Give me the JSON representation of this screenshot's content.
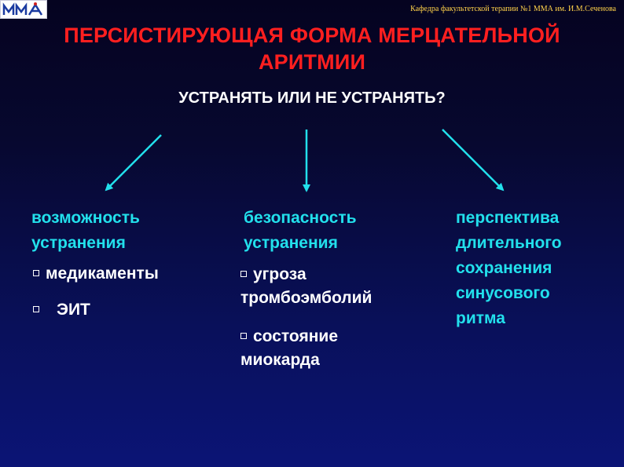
{
  "header": {
    "logo_icon": "mma-logo-icon",
    "department": "Кафедра факультетской терапии №1 ММА им. И.М.Сеченова"
  },
  "title": {
    "line1": "ПЕРСИСТИРУЮЩАЯ ФОРМА МЕРЦАТЕЛЬНОЙ",
    "line2": "АРИТМИИ"
  },
  "question": "УСТРАНЯТЬ ИЛИ НЕ УСТРАНЯТЬ?",
  "columns": [
    {
      "heading_line1": "возможность",
      "heading_line2": "устранения",
      "items": [
        {
          "line1": "медикаменты"
        },
        {
          "line1": "ЭИТ"
        }
      ]
    },
    {
      "heading_line1": "безопасность",
      "heading_line2": "устранения",
      "items": [
        {
          "line1": "угроза",
          "line2": "тромбоэмболий"
        },
        {
          "line1": "состояние",
          "line2": "миокарда"
        }
      ]
    },
    {
      "heading_line1": "перспектива",
      "heading_line2": "длительного",
      "heading_line3": "сохранения",
      "heading_line4": "синусового",
      "heading_line5": "ритма"
    }
  ],
  "colors": {
    "title": "#ff1f1f",
    "heading": "#22e0ec",
    "arrow": "#22e0ec",
    "text": "#ffffff",
    "department": "#ffd24a"
  }
}
